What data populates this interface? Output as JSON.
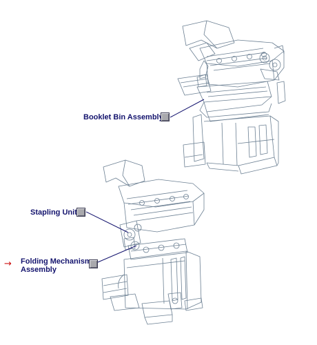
{
  "callouts": {
    "booklet_bin": {
      "label": "Booklet Bin Assembly"
    },
    "stapling_unit": {
      "label": "Stapling Unit"
    },
    "folding_mechanism": {
      "line1": "Folding Mechanism",
      "line2": "Assembly"
    }
  },
  "indicator": {
    "glyph": "→",
    "color": "#cc1010"
  },
  "colors": {
    "label_text": "#14146e",
    "drawing_stroke": "#6b7f92",
    "hotspot_fill": "#a9a9ad"
  },
  "icons": {
    "indicator": "right-arrow-icon",
    "hotspot": "hotspot-square-icon"
  }
}
